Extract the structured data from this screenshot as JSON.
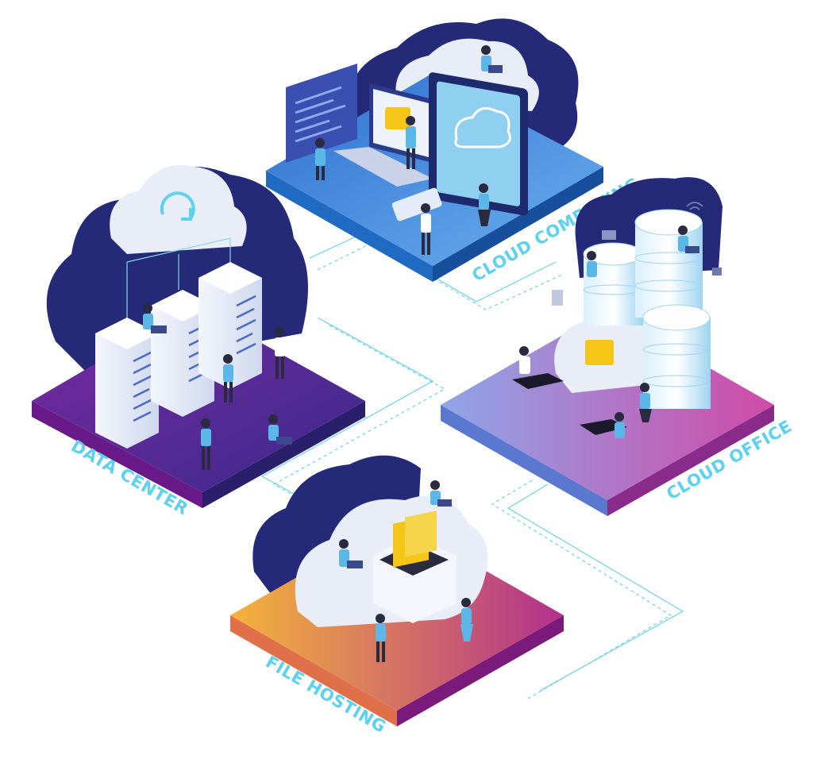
{
  "platforms": [
    {
      "id": "cloud-computing",
      "label": "CLOUD COMPUTING"
    },
    {
      "id": "data-center",
      "label": "DATA CENTER"
    },
    {
      "id": "cloud-office",
      "label": "CLOUD OFFICE"
    },
    {
      "id": "file-hosting",
      "label": "FILE HOSTING"
    }
  ],
  "icons": {
    "sync": "sync-icon",
    "folder": "folder-icon",
    "wifi": "wifi-icon",
    "lock": "lock-icon",
    "mail": "mail-icon",
    "document": "document-icon"
  },
  "colors": {
    "cloud_navy": "#252a78",
    "cloud_white": "#e9edf8",
    "connector": "#7fd8ec",
    "label": "#5ad2f0",
    "folder_yellow": "#f5c518",
    "platform_purple": "#5a2aa0",
    "platform_blue": "#3f7fd6",
    "platform_orange": "#f0a13a",
    "platform_pink": "#c2338a"
  }
}
